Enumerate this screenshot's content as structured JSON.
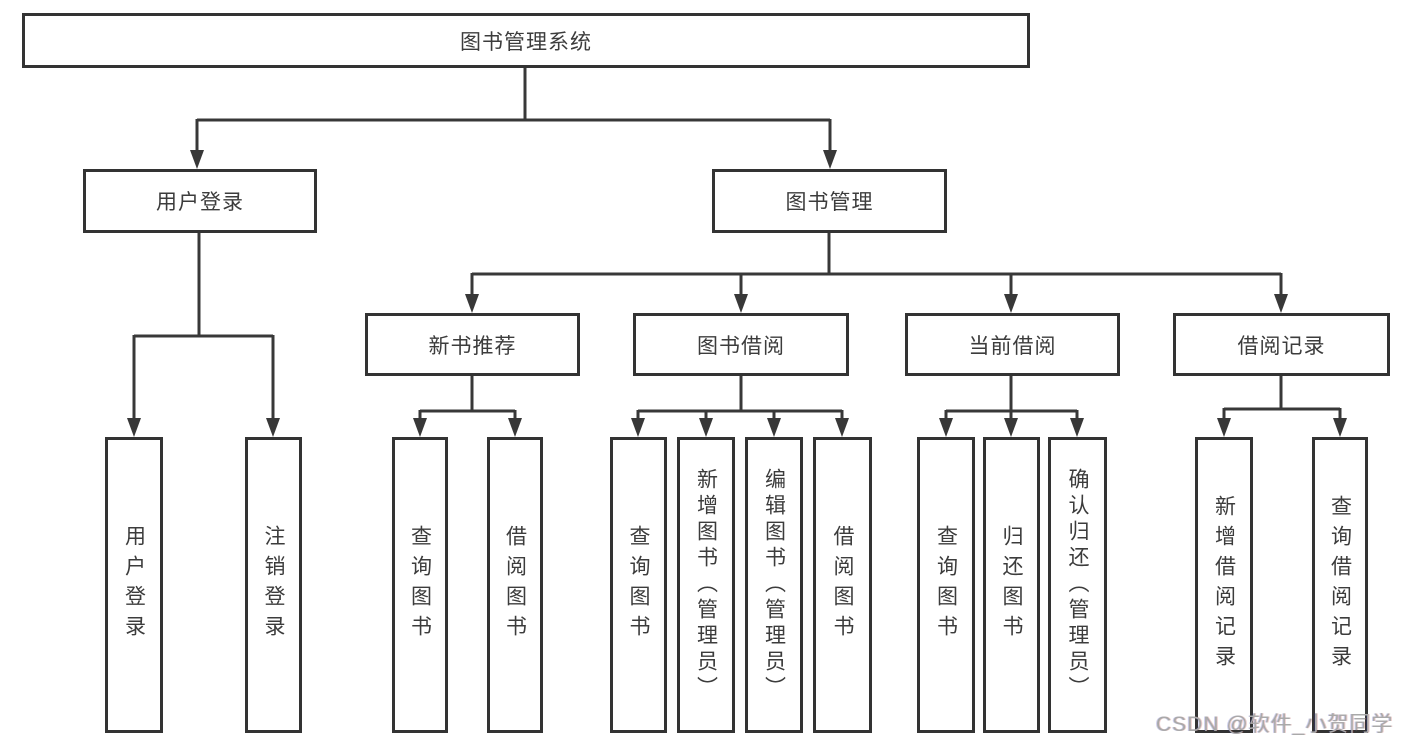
{
  "diagram": {
    "root_label": "图书管理系统",
    "level2": {
      "user_login": "用户登录",
      "book_mgmt": "图书管理"
    },
    "level3": {
      "new_books": "新书推荐",
      "borrowing": "图书借阅",
      "current": "当前借阅",
      "records": "借阅记录"
    },
    "leaves": {
      "user_login": [
        "用户登录",
        "注销登录"
      ],
      "new_books": [
        "查询图书",
        "借阅图书"
      ],
      "borrowing": [
        "查询图书",
        "新增图书（管理员）",
        "编辑图书（管理员）",
        "借阅图书"
      ],
      "current": [
        "查询图书",
        "归还图书",
        "确认归还（管理员）"
      ],
      "records": [
        "新增借阅记录",
        "查询借阅记录"
      ]
    }
  },
  "watermark": {
    "text": "CSDN @软件_小贺同学"
  },
  "colors": {
    "line": "#383838",
    "border": "#333333",
    "text": "#3c3c3c",
    "background": "#ffffff",
    "watermark": "#a9a9a9"
  }
}
